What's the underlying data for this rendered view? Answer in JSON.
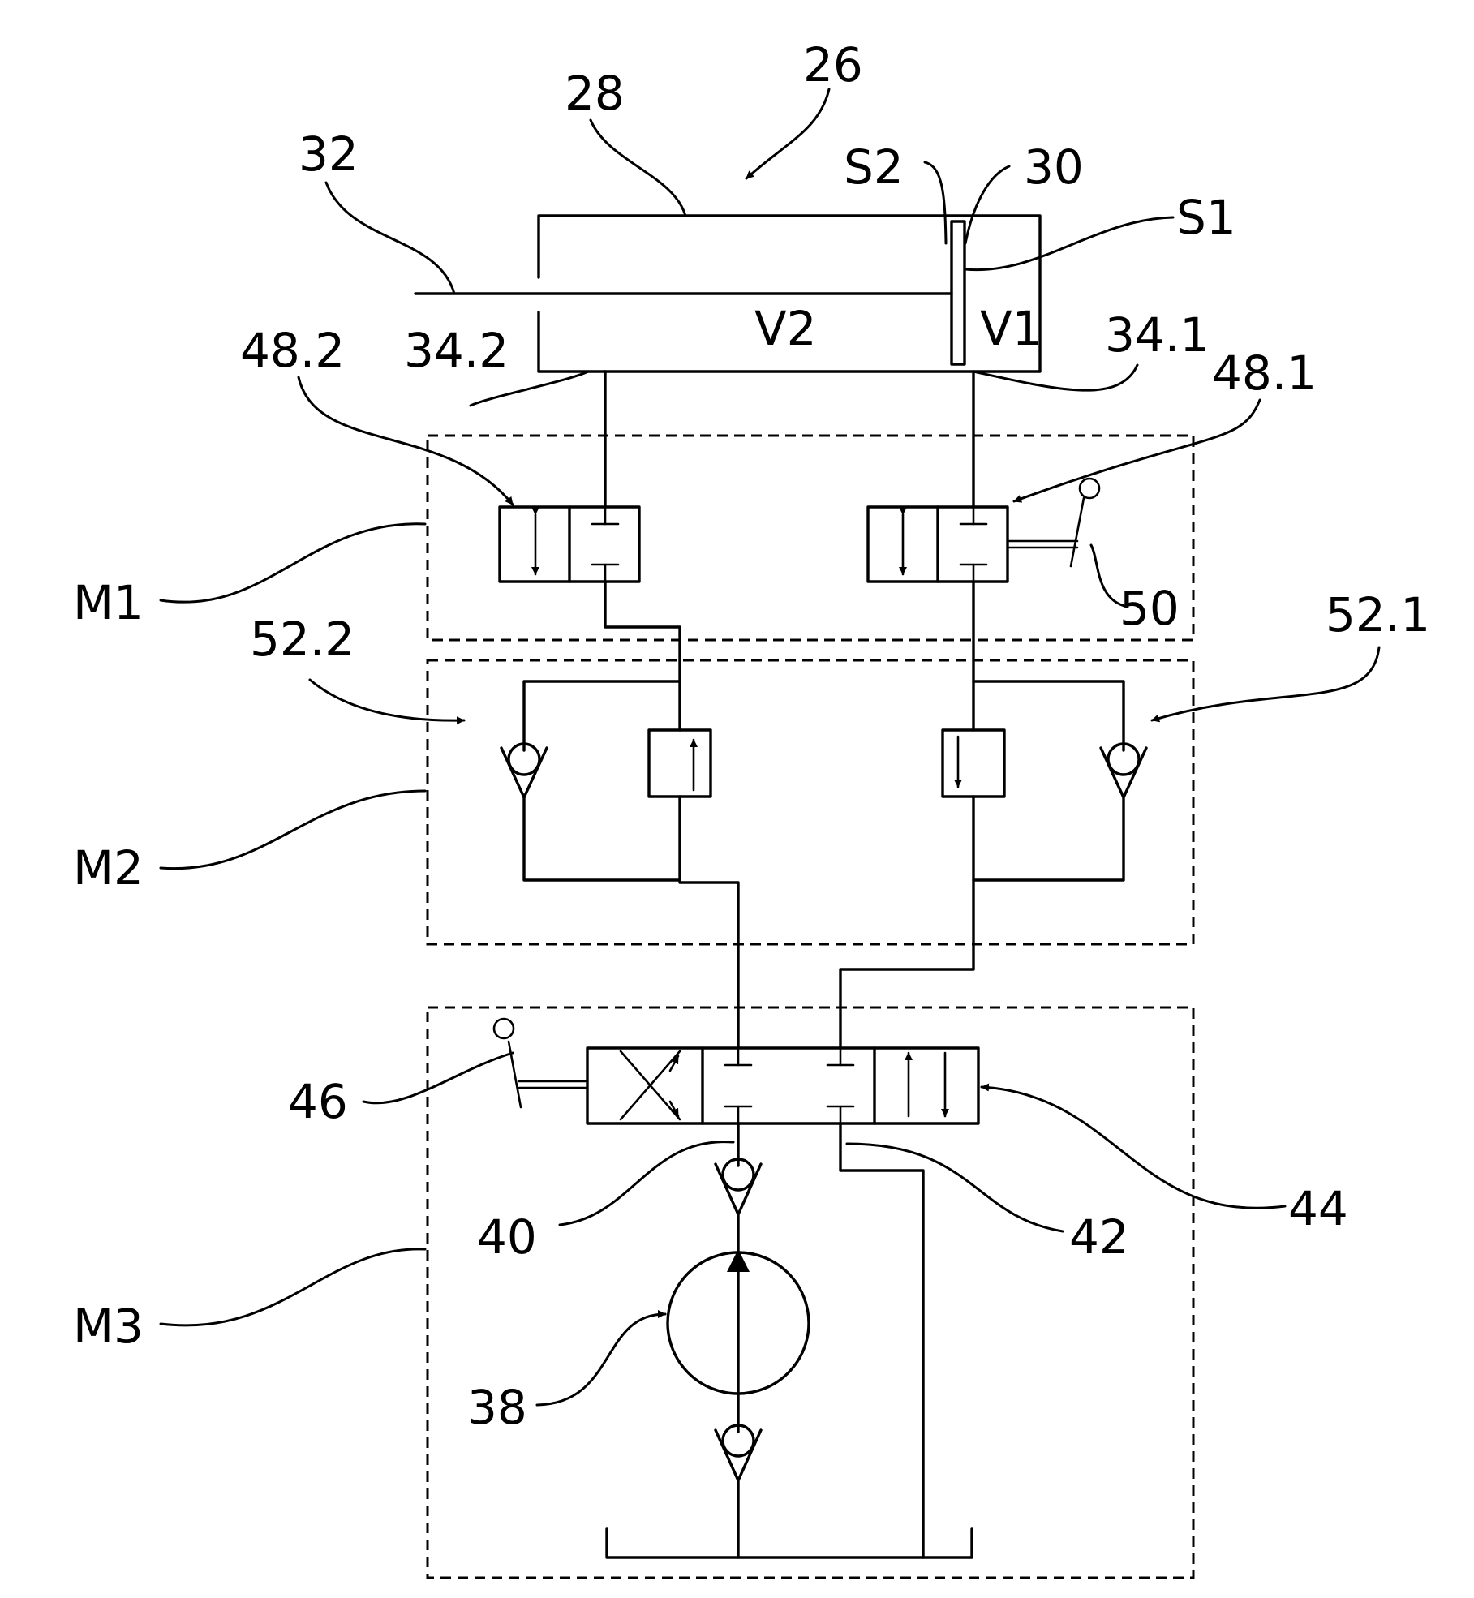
{
  "labels": {
    "l26": "26",
    "l28": "28",
    "l30": "30",
    "l32": "32",
    "s1": "S1",
    "s2": "S2",
    "v1": "V1",
    "v2": "V2",
    "l34_1": "34.1",
    "l34_2": "34.2",
    "l48_1": "48.1",
    "l48_2": "48.2",
    "l50": "50",
    "l52_1": "52.1",
    "l52_2": "52.2",
    "m1": "M1",
    "m2": "M2",
    "m3": "M3",
    "l38": "38",
    "l40": "40",
    "l42": "42",
    "l44": "44",
    "l46": "46"
  }
}
